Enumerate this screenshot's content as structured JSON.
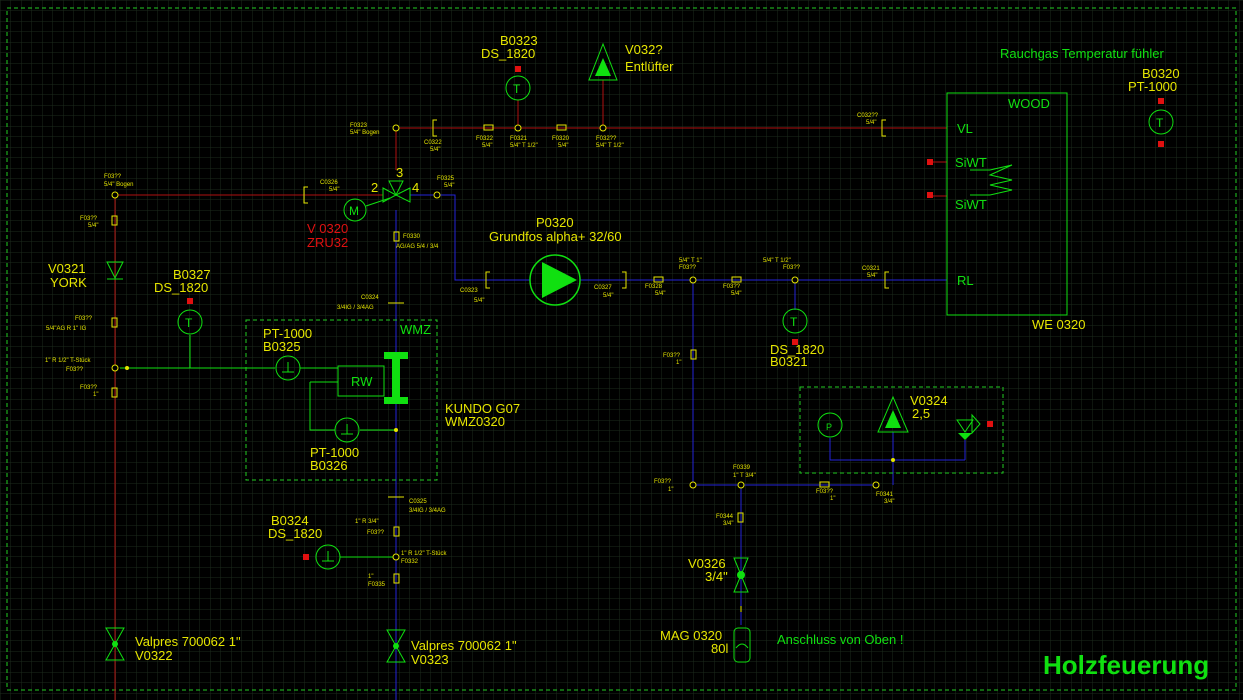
{
  "colors": {
    "background": "#000000",
    "grid": "#1c2a1c",
    "frame": "#22cc22",
    "supply_line": "#b01010",
    "return_line": "#2424d8",
    "label": "#e6e600",
    "valve": "#10e010",
    "accent_red": "#e01010"
  },
  "title": "Holzfeuerung",
  "note": "Anschluss von Oben !",
  "sensor_note": "Rauchgas Temperatur fühler",
  "boiler": {
    "name": "WOOD",
    "id": "WE 0320",
    "vl": "VL",
    "siwt1": "SiWT",
    "siwt2": "SiWT",
    "rl": "RL"
  },
  "sensors": {
    "b0320": {
      "code": "B0320",
      "type": "PT-1000",
      "glyph": "T"
    },
    "b0323": {
      "code": "B0323",
      "type": "DS_1820",
      "glyph": "T"
    },
    "b0327": {
      "code": "B0327",
      "type": "DS_1820",
      "glyph": "T"
    },
    "b0321": {
      "code": "B0321",
      "type": "DS_1820",
      "glyph": "T"
    },
    "b0324": {
      "code": "B0324",
      "type": "DS_1820"
    },
    "b0325": {
      "code": "B0325",
      "type": "PT-1000"
    },
    "b0326": {
      "code": "B0326",
      "type": "PT-1000"
    }
  },
  "vent": {
    "code": "V032?",
    "label": "Entlüfter"
  },
  "mixer": {
    "code": "V 0320",
    "type": "ZRU32",
    "motor": "M",
    "port2": "2",
    "port3": "3",
    "port4": "4"
  },
  "pump": {
    "code": "P0320",
    "type": "Grundfos alpha+ 32/60"
  },
  "check_valve": {
    "code": "V0321",
    "type": "YORK"
  },
  "heat_meter": {
    "code": "WMZ",
    "type": "KUNDO G07",
    "id": "WMZ0320",
    "rw": "RW"
  },
  "safety": {
    "code": "V0324",
    "value": "2,5",
    "gauge": "P"
  },
  "drain_valve": {
    "code": "V0326",
    "size": "3/4\""
  },
  "expansion": {
    "code": "MAG 0320",
    "volume": "80l"
  },
  "valpres_left": {
    "type": "Valpres 700062 1\"",
    "code": "V0322"
  },
  "valpres_mid": {
    "type": "Valpres 700062 1\"",
    "code": "V0323"
  },
  "fittings": {
    "f0323": "F0323",
    "f0323_d": "5/4\" Bogen",
    "c0322": "C0322",
    "c0322_d": "5/4\"",
    "f0322": "F0322",
    "f0322_d": "5/4\"",
    "f0321": "F0321",
    "f0321_d": "5/4\" T 1/2\"",
    "f0320": "F0320",
    "f0320_d": "5/4\"",
    "f032q": "F032??",
    "f032q_d": "5/4\" T 1/2\"",
    "c032q": "C032??",
    "c032q_d": "5/4\"",
    "f03b": "F03??",
    "f03b_d": "5/4\" Bogen",
    "c0326": "C0326",
    "c0326_d": "5/4\"",
    "f0325": "F0325",
    "f0325_d": "5/4\"",
    "f03c": "F03??",
    "f03c_d": "5/4\"",
    "f0330": "F0330",
    "f0330_d": "AG/AG 5/4 / 3/4",
    "c0324": "C0324",
    "c0324_d": "3/4IG / 3/4AG",
    "f03d": "F03??",
    "f03d_d": "5/4\"AG R 1\" IG",
    "f03e": "1\" R 1/2\" T-Stück",
    "f03e_d": "F03??",
    "f03f": "F03??",
    "f03f_d": "1\"",
    "c0323": "C0323",
    "c0323_d": "5/4\"",
    "c0327": "C0327",
    "c0327_d": "5/4\"",
    "f0328": "F0328",
    "f0328_d": "5/4\"",
    "f03g": "5/4\" T 1\"",
    "f03g_d": "F03??",
    "f03h": "F03??",
    "f03h_d": "5/4\"",
    "f03i": "5/4\" T 1/2\"",
    "f03i_d": "F03??",
    "c0321": "C0321",
    "c0321_d": "5/4\"",
    "f03j": "F03??",
    "f03j_d": "1\"",
    "f03k": "F03??",
    "f03k_d": "1\"",
    "f0339": "F0339",
    "f0339_d": "1\" T 3/4\"",
    "f03l": "F03??",
    "f03l_d": "1\"",
    "f0341": "F0341",
    "f0341_d": "3/4\"",
    "f0344": "F0344",
    "f0344_d": "3/4\"",
    "c0325": "C0325",
    "c0325_d": "3/4IG / 3/4AG",
    "f03m": "1\" R 3/4\"",
    "f03m_d": "F03??",
    "f0332": "1\" R 1/2\" T-Stück",
    "f0332_d": "F0332",
    "f0335": "1\"",
    "f0335_d": "F0335"
  }
}
